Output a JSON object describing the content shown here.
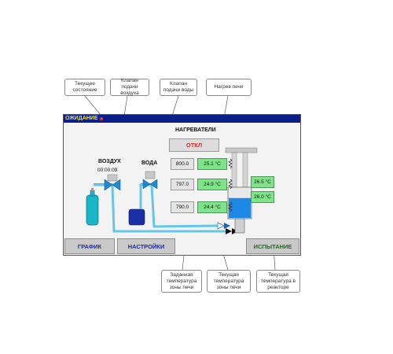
{
  "callouts": {
    "status": "Текущее состояние",
    "air_valve": "Клапан подачи воздуха",
    "water_valve": "Клапан подачи воды",
    "furnace_heat": "Нагрев печи",
    "set_temp": "Заданная температура зоны печи",
    "cur_zone_temp": "Текущая температура зоны печи",
    "cur_reactor_temp": "Текущая температура в реакторе"
  },
  "status_bar": {
    "text": "ОЖИДАНИЕ"
  },
  "heaters": {
    "title": "НАГРЕВАТЕЛИ",
    "toggle_label": "ОТКЛ",
    "zones": [
      {
        "setpoint": "800.0",
        "current": "25.1 °C"
      },
      {
        "setpoint": "797.0",
        "current": "24.9 °C"
      },
      {
        "setpoint": "790.0",
        "current": "24.4 °C"
      }
    ]
  },
  "air": {
    "label": "ВОЗДУХ",
    "timer": "00:00:09"
  },
  "water": {
    "label": "ВОДА"
  },
  "reactor": {
    "temps": [
      "26.5 °C",
      "26.0 °C"
    ]
  },
  "nav": {
    "chart": "ГРАФИК",
    "settings": "НАСТРОЙКИ",
    "test": "ИСПЫТАНИЕ"
  },
  "colors": {
    "status_bar": "#0b1f8a",
    "status_text": "#ffe000",
    "value_green": "#7fe38a",
    "cylinder": "#18b6c8",
    "water_tank": "#1a2ea6",
    "pipe": "#66c6e8",
    "off_text": "#d32f2f"
  },
  "icons": [
    "air-cylinder-icon",
    "water-tank-icon",
    "valve-icon",
    "heater-coil-icon",
    "reactor-icon",
    "check-valve-icon"
  ]
}
